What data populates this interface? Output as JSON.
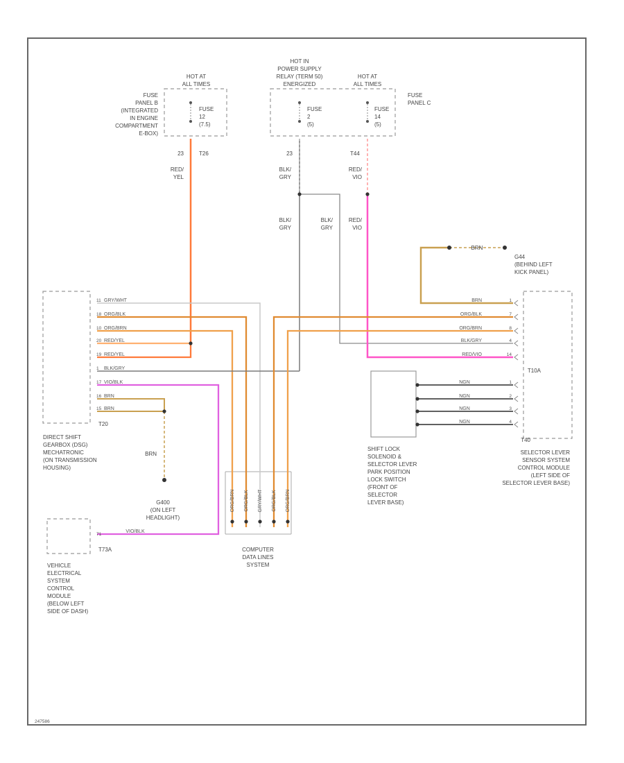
{
  "labels": {
    "hot_at_all_times_left": [
      "HOT AT",
      "ALL TIMES"
    ],
    "fuse_panel_b": [
      "FUSE",
      "PANEL B",
      "(INTEGRATED",
      "IN ENGINE",
      "COMPARTMENT",
      "E-BOX)"
    ],
    "fuse_12": [
      "FUSE",
      "12",
      "(7.5)"
    ],
    "hot_in_power_supply": [
      "HOT IN",
      "POWER SUPPLY",
      "RELAY (TERM 50)",
      "ENERGIZED"
    ],
    "fuse_2": [
      "FUSE",
      "2",
      "(5)"
    ],
    "hot_at_all_times_right": [
      "HOT AT",
      "ALL TIMES"
    ],
    "fuse_14": [
      "FUSE",
      "14",
      "(5)"
    ],
    "fuse_panel_c": [
      "FUSE",
      "PANEL C"
    ],
    "pin_23_left": "23",
    "t26_top": "T26",
    "pin_23_mid": "23",
    "t44": "T44",
    "red_yel_top": [
      "RED/",
      "YEL"
    ],
    "blk_gry_top": [
      "BLK/",
      "GRY"
    ],
    "red_vio_top": [
      "RED/",
      "VIO"
    ],
    "blk_gry_mid": [
      "BLK/",
      "GRY"
    ],
    "blk_gry_mid2": [
      "BLK/",
      "GRY"
    ],
    "red_vio_mid": [
      "RED/",
      "VIO"
    ],
    "brn_top": "BRN",
    "g44": [
      "G44",
      "(BEHIND LEFT",
      "KICK PANEL)"
    ],
    "dsg_name": [
      "DIRECT SHIFT",
      "GEARBOX (DSG)",
      "MECHATRONIC",
      "(ON TRANSMISSION",
      "HOUSING)"
    ],
    "t20_left": "T20",
    "brn_mid": "BRN",
    "g400": [
      "G400",
      "(ON LEFT",
      "HEADLIGHT)"
    ],
    "vecm_name": [
      "VEHICLE",
      "ELECTRICAL",
      "SYSTEM",
      "CONTROL",
      "MODULE",
      "(BELOW LEFT",
      "SIDE OF DASH)"
    ],
    "t73a": "T73A",
    "computer_data": [
      "COMPUTER",
      "DATA LINES",
      "SYSTEM"
    ],
    "shift_lock": [
      "SHIFT LOCK",
      "SOLENOID &",
      "SELECTOR LEVER",
      "PARK POSITION",
      "LOCK SWITCH",
      "(FRONT OF",
      "SELECTOR",
      "LEVER BASE)"
    ],
    "t10a": "T10A",
    "t40": "T40",
    "selector_module": [
      "SELECTOR LEVER",
      "SENSOR SYSTEM",
      "CONTROL MODULE",
      "(LEFT SIDE OF",
      "SELECTOR LEVER BASE)"
    ],
    "footer": "247586"
  },
  "dsg_wires": [
    {
      "pin": "11",
      "label": "GRY/WHT"
    },
    {
      "pin": "18",
      "label": "ORG/BLK"
    },
    {
      "pin": "10",
      "label": "ORG/BRN"
    },
    {
      "pin": "20",
      "label": "RED/YEL"
    },
    {
      "pin": "19",
      "label": "RED/YEL"
    },
    {
      "pin": "1",
      "label": "BLK/GRY"
    },
    {
      "pin": "17",
      "label": "VIO/BLK"
    },
    {
      "pin": "16",
      "label": "BRN"
    },
    {
      "pin": "15",
      "label": "BRN"
    }
  ],
  "selector_wires": [
    {
      "pin": "1",
      "label": "BRN"
    },
    {
      "pin": "7",
      "label": "ORG/BLK"
    },
    {
      "pin": "8",
      "label": "ORG/BRN"
    },
    {
      "pin": "4",
      "label": "BLK/GRY"
    },
    {
      "pin": "14",
      "label": "RED/VIO"
    }
  ],
  "shift_lock_wires": [
    {
      "pin": "1",
      "label": "NGN"
    },
    {
      "pin": "2",
      "label": "NGN"
    },
    {
      "pin": "3",
      "label": "NGN"
    },
    {
      "pin": "4",
      "label": "NGN"
    }
  ],
  "vertical_wire_labels": [
    "ORG/BRN",
    "ORG/BLK",
    "GRY/WHT",
    "ORG/BLK",
    "ORG/BRN"
  ],
  "vecm_wire": {
    "pin": "71",
    "label": "VIO/BLK"
  },
  "colors": {
    "red_yel": "#ff7a3a",
    "org": "#f0a04a",
    "org_dark": "#e08a30",
    "brn": "#c9a050",
    "blk": "#7a7a7a",
    "gry": "#c8c8c8",
    "red_vio": "#ff55c8",
    "vio_blk": "#e060e0",
    "ngn": "#606060"
  }
}
